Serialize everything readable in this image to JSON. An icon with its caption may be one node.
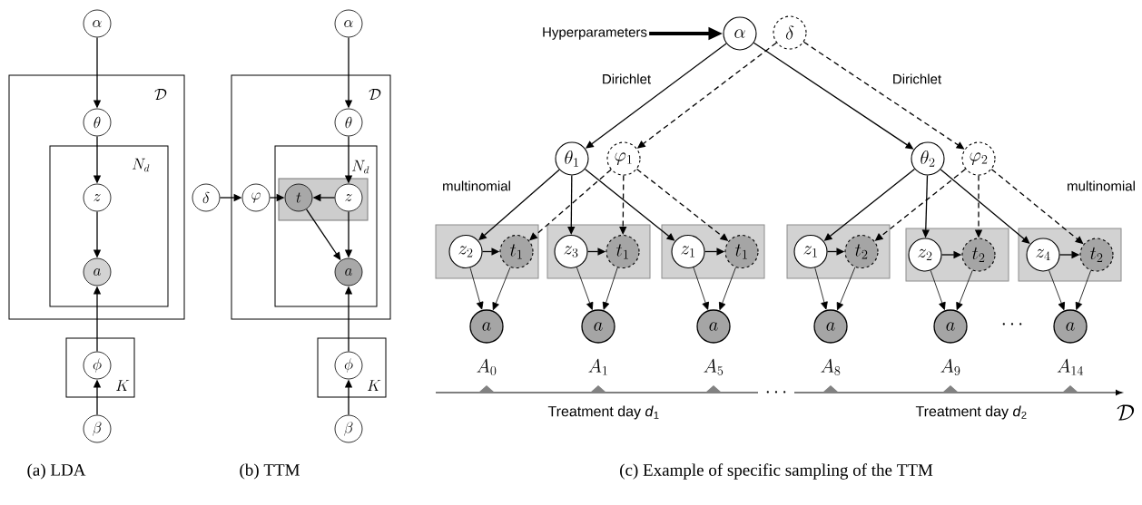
{
  "diagram": {
    "nodes": [
      {
        "text": [
          "\\alpha"
        ]
      },
      {
        "text": [
          "\\mathcal{D}"
        ]
      },
      {
        "text": [
          "\\theta"
        ],
        "in": 1
      },
      {
        "text": [
          "N_d"
        ],
        "in": 1
      },
      {
        "text": [
          "z"
        ],
        "in": 3
      },
      {
        "text": [
          "a"
        ],
        "in": 3
      },
      {
        "text": [
          "K"
        ]
      },
      {
        "text": [
          "\\phi"
        ],
        "in": 6
      },
      {
        "text": [
          "\\beta"
        ]
      },
      {
        "text": [
          "\\alpha"
        ]
      },
      {
        "text": [
          "\\mathcal{D}"
        ]
      },
      {
        "text": [
          "\\theta"
        ],
        "in": 10
      },
      {
        "text": [
          "N_d"
        ],
        "in": 10
      },
      {
        "text": [],
        "shape": "box",
        "in": 12
      },
      {
        "text": [
          "t"
        ],
        "in": 13
      },
      {
        "text": [
          "z"
        ],
        "in": 13
      },
      {
        "text": [
          "a"
        ],
        "in": 12
      },
      {
        "text": [
          "\\delta"
        ]
      },
      {
        "text": [
          "\\varphi"
        ],
        "in": 10
      },
      {
        "text": [
          "K"
        ]
      },
      {
        "text": [
          "\\phi"
        ],
        "in": 19
      },
      {
        "text": [
          "\\beta"
        ]
      },
      {
        "text": [
          "Hyperparameters"
        ]
      },
      {
        "text": [
          "\\alpha"
        ]
      },
      {
        "text": [
          "\\delta"
        ]
      },
      {
        "text": [
          "\\theta_1"
        ]
      },
      {
        "text": [
          "\\varphi_1"
        ]
      },
      {
        "text": [
          "\\theta_2"
        ]
      },
      {
        "text": [
          "\\varphi_2"
        ]
      },
      {
        "text": [],
        "shape": "box"
      },
      {
        "text": [
          "z_2"
        ],
        "in": 29
      },
      {
        "text": [
          "t_1"
        ],
        "in": 29
      },
      {
        "text": [],
        "shape": "box"
      },
      {
        "text": [
          "z_3"
        ],
        "in": 32
      },
      {
        "text": [
          "t_1"
        ],
        "in": 32
      },
      {
        "text": [],
        "shape": "box"
      },
      {
        "text": [
          "z_1"
        ],
        "in": 35
      },
      {
        "text": [
          "t_1"
        ],
        "in": 35
      },
      {
        "text": [],
        "shape": "box"
      },
      {
        "text": [
          "z_1"
        ],
        "in": 38
      },
      {
        "text": [
          "t_2"
        ],
        "in": 38
      },
      {
        "text": [],
        "shape": "box"
      },
      {
        "text": [
          "z_2"
        ],
        "in": 41
      },
      {
        "text": [
          "t_2"
        ],
        "in": 41
      },
      {
        "text": [],
        "shape": "box"
      },
      {
        "text": [
          "z_4"
        ],
        "in": 44
      },
      {
        "text": [
          "t_2"
        ],
        "in": 44
      },
      {
        "text": [
          "a"
        ]
      },
      {
        "text": [
          "a"
        ]
      },
      {
        "text": [
          "a"
        ]
      },
      {
        "text": [
          "a"
        ]
      },
      {
        "text": [
          "a"
        ]
      },
      {
        "text": [
          "a"
        ]
      }
    ],
    "edges": [
      {
        "from": 0,
        "to": 2,
        "arrow": "to"
      },
      {
        "from": 2,
        "to": 4,
        "arrow": "to"
      },
      {
        "from": 4,
        "to": 5,
        "arrow": "to"
      },
      {
        "from": 7,
        "to": 5,
        "arrow": "to"
      },
      {
        "from": 8,
        "to": 7,
        "arrow": "to"
      },
      {
        "from": 9,
        "to": 11,
        "arrow": "to"
      },
      {
        "from": 11,
        "to": 15,
        "arrow": "to"
      },
      {
        "from": 15,
        "to": 14,
        "arrow": "to"
      },
      {
        "from": 15,
        "to": 16,
        "arrow": "to"
      },
      {
        "from": 14,
        "to": 16,
        "arrow": "to"
      },
      {
        "from": 17,
        "to": 18,
        "arrow": "to"
      },
      {
        "from": 18,
        "to": 14,
        "arrow": "to"
      },
      {
        "from": 20,
        "to": 16,
        "arrow": "to"
      },
      {
        "from": 21,
        "to": 20,
        "arrow": "to"
      },
      {
        "from": 22,
        "to": 23,
        "arrow": "to",
        "style": "thick"
      },
      {
        "from": 23,
        "to": 25,
        "arrow": "to"
      },
      {
        "from": 23,
        "to": 27,
        "arrow": "to"
      },
      {
        "from": 24,
        "to": 26,
        "arrow": "to",
        "style": "dashed"
      },
      {
        "from": 24,
        "to": 28,
        "arrow": "to",
        "style": "dashed"
      },
      {
        "from": 25,
        "to": 30,
        "arrow": "to"
      },
      {
        "from": 25,
        "to": 33,
        "arrow": "to"
      },
      {
        "from": 25,
        "to": 36,
        "arrow": "to"
      },
      {
        "from": 26,
        "to": 31,
        "arrow": "to",
        "style": "dashed"
      },
      {
        "from": 26,
        "to": 34,
        "arrow": "to",
        "style": "dashed"
      },
      {
        "from": 26,
        "to": 37,
        "arrow": "to",
        "style": "dashed"
      },
      {
        "from": 27,
        "to": 39,
        "arrow": "to"
      },
      {
        "from": 27,
        "to": 42,
        "arrow": "to"
      },
      {
        "from": 27,
        "to": 45,
        "arrow": "to"
      },
      {
        "from": 28,
        "to": 40,
        "arrow": "to",
        "style": "dashed"
      },
      {
        "from": 28,
        "to": 43,
        "arrow": "to",
        "style": "dashed"
      },
      {
        "from": 28,
        "to": 46,
        "arrow": "to",
        "style": "dashed"
      },
      {
        "from": 30,
        "to": 31,
        "arrow": "to"
      },
      {
        "from": 33,
        "to": 34,
        "arrow": "to"
      },
      {
        "from": 36,
        "to": 37,
        "arrow": "to"
      },
      {
        "from": 39,
        "to": 40,
        "arrow": "to"
      },
      {
        "from": 42,
        "to": 43,
        "arrow": "to"
      },
      {
        "from": 45,
        "to": 46,
        "arrow": "to"
      },
      {
        "from": 30,
        "to": 47,
        "arrow": "to"
      },
      {
        "from": 31,
        "to": 47,
        "arrow": "to"
      },
      {
        "from": 33,
        "to": 48,
        "arrow": "to"
      },
      {
        "from": 34,
        "to": 48,
        "arrow": "to"
      },
      {
        "from": 36,
        "to": 49,
        "arrow": "to"
      },
      {
        "from": 37,
        "to": 49,
        "arrow": "to"
      },
      {
        "from": 39,
        "to": 50,
        "arrow": "to"
      },
      {
        "from": 40,
        "to": 50,
        "arrow": "to"
      },
      {
        "from": 42,
        "to": 51,
        "arrow": "to"
      },
      {
        "from": 43,
        "to": 51,
        "arrow": "to"
      },
      {
        "from": 45,
        "to": 52,
        "arrow": "to"
      },
      {
        "from": 46,
        "to": 52,
        "arrow": "to"
      }
    ],
    "labels": [
      "Dirichlet",
      "Dirichlet",
      "multinomial",
      "multinomial",
      "\\cdots",
      "A_0",
      "A_1",
      "A_5",
      "A_8",
      "A_9",
      "A_{14}",
      "\\cdots",
      "Treatment day *d*$_{1}$",
      "Treatment day *d*$_{2}$",
      "\\mathcal{D}",
      "(a) LDA",
      "(b) TTM",
      "(c) Example of specific sampling of the TTM"
    ]
  }
}
